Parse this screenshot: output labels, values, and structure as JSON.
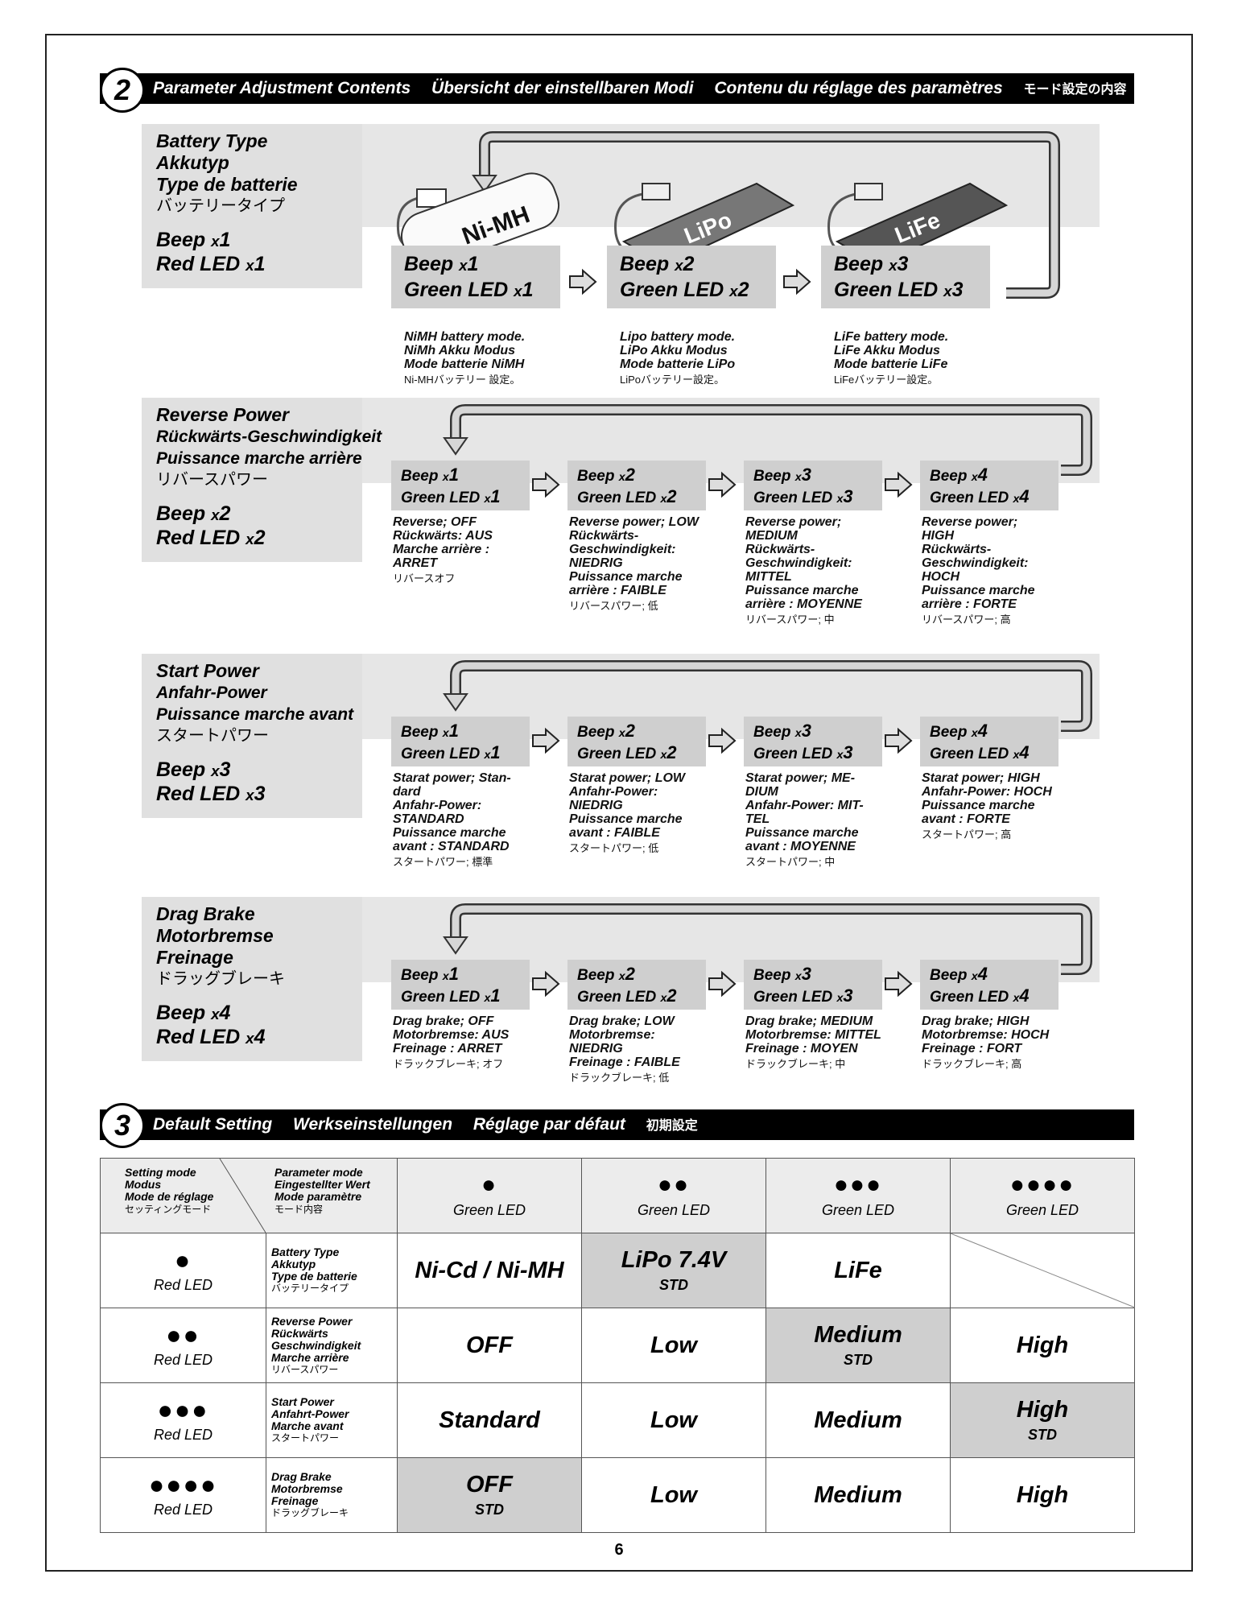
{
  "section2": {
    "number": "2",
    "title": [
      "Parameter Adjustment Contents",
      "Übersicht der einstellbaren Modi",
      "Contenu du réglage des paramètres",
      "モード設定の内容"
    ]
  },
  "battery": {
    "label": [
      "Battery Type",
      "Akkutyp",
      "Type de batterie",
      "バッテリータイプ"
    ],
    "beep": "Beep ",
    "beep_x": "x",
    "beep_n": "1",
    "red": "Red LED ",
    "red_x": "x",
    "red_n": "1",
    "packs": [
      "Ni-MH",
      "LiPo",
      "LiFe"
    ],
    "options": [
      {
        "beep": "Beep ",
        "bx": "x",
        "bn": "1",
        "green": "Green LED ",
        "gx": "x",
        "gn": "1",
        "desc": [
          "NiMH battery mode.",
          "NiMh Akku Modus",
          "Mode batterie NiMH"
        ],
        "jp": "Ni-MHバッテリー 設定。"
      },
      {
        "beep": "Beep ",
        "bx": "x",
        "bn": "2",
        "green": "Green LED ",
        "gx": "x",
        "gn": "2",
        "desc": [
          "Lipo battery mode.",
          "LiPo Akku Modus",
          "Mode batterie LiPo"
        ],
        "jp": "LiPoバッテリー設定。"
      },
      {
        "beep": "Beep ",
        "bx": "x",
        "bn": "3",
        "green": "Green LED ",
        "gx": "x",
        "gn": "3",
        "desc": [
          "LiFe battery mode.",
          "LiFe Akku Modus",
          "Mode batterie LiFe"
        ],
        "jp": "LiFeバッテリー設定。"
      }
    ]
  },
  "reverse": {
    "label": [
      "Reverse Power",
      "Rückwärts-Geschwindigkeit",
      "Puissance marche arrière",
      "リバースパワー"
    ],
    "beep": "Beep ",
    "beep_x": "x",
    "beep_n": "2",
    "red": "Red LED ",
    "red_x": "x",
    "red_n": "2",
    "options": [
      {
        "bn": "1",
        "gn": "1",
        "desc": [
          "Reverse; OFF",
          "Rückwärts: AUS",
          "Marche arrière :",
          "ARRET"
        ],
        "jp": "リバースオフ"
      },
      {
        "bn": "2",
        "gn": "2",
        "desc": [
          "Reverse power; LOW",
          "Rückwärts-",
          "Geschwindigkeit:",
          "NIEDRIG",
          "Puissance marche",
          "arrière : FAIBLE"
        ],
        "jp": "リバースパワー; 低"
      },
      {
        "bn": "3",
        "gn": "3",
        "desc": [
          "Reverse power;",
          "MEDIUM",
          "Rückwärts-",
          "Geschwindigkeit:",
          "MITTEL",
          "Puissance marche",
          "arrière : MOYENNE"
        ],
        "jp": "リバースパワー; 中"
      },
      {
        "bn": "4",
        "gn": "4",
        "desc": [
          "Reverse power;",
          "HIGH",
          "Rückwärts-",
          "Geschwindigkeit:",
          "HOCH",
          "Puissance marche",
          "arrière : FORTE"
        ],
        "jp": "リバースパワー; 高"
      }
    ]
  },
  "start": {
    "label": [
      "Start Power",
      "Anfahr-Power",
      "Puissance marche avant",
      "スタートパワー"
    ],
    "beep": "Beep ",
    "beep_x": "x",
    "beep_n": "3",
    "red": "Red LED ",
    "red_x": "x",
    "red_n": "3",
    "options": [
      {
        "bn": "1",
        "gn": "1",
        "desc": [
          "Starat power; Stan-",
          "dard",
          "Anfahr-Power:",
          "STANDARD",
          "Puissance marche",
          "avant : STANDARD"
        ],
        "jp": "スタートパワー; 標準"
      },
      {
        "bn": "2",
        "gn": "2",
        "desc": [
          "Starat power; LOW",
          "Anfahr-Power:",
          "NIEDRIG",
          "Puissance marche",
          "avant : FAIBLE"
        ],
        "jp": "スタートパワー; 低"
      },
      {
        "bn": "3",
        "gn": "3",
        "desc": [
          "Starat power; ME-",
          "DIUM",
          "Anfahr-Power: MIT-",
          "TEL",
          "Puissance marche",
          "avant : MOYENNE"
        ],
        "jp": "スタートパワー; 中"
      },
      {
        "bn": "4",
        "gn": "4",
        "desc": [
          "Starat power; HIGH",
          "Anfahr-Power: HOCH",
          "Puissance marche",
          "avant : FORTE"
        ],
        "jp": "スタートパワー; 高"
      }
    ]
  },
  "drag": {
    "label": [
      "Drag Brake",
      "Motorbremse",
      "Freinage",
      "ドラッグブレーキ"
    ],
    "beep": "Beep ",
    "beep_x": "x",
    "beep_n": "4",
    "red": "Red LED ",
    "red_x": "x",
    "red_n": "4",
    "options": [
      {
        "bn": "1",
        "gn": "1",
        "desc": [
          "Drag brake; OFF",
          "Motorbremse: AUS",
          "Freinage : ARRET"
        ],
        "jp": "ドラックブレーキ; オフ"
      },
      {
        "bn": "2",
        "gn": "2",
        "desc": [
          "Drag brake; LOW",
          "Motorbremse:",
          "NIEDRIG",
          "Freinage : FAIBLE"
        ],
        "jp": "ドラックブレーキ; 低"
      },
      {
        "bn": "3",
        "gn": "3",
        "desc": [
          "Drag brake; MEDIUM",
          "Motorbremse: MITTEL",
          "Freinage : MOYEN"
        ],
        "jp": "ドラックブレーキ; 中"
      },
      {
        "bn": "4",
        "gn": "4",
        "desc": [
          "Drag brake; HIGH",
          "Motorbremse: HOCH",
          "Freinage : FORT"
        ],
        "jp": "ドラックブレーキ; 高"
      }
    ]
  },
  "common": {
    "beep": "Beep ",
    "x": "x",
    "green": "Green LED "
  },
  "section3": {
    "number": "3",
    "title": [
      "Default Setting",
      "Werkseinstellungen",
      "Réglage par défaut",
      "初期設定"
    ]
  },
  "table": {
    "corner_left": [
      "Setting mode",
      "Modus",
      "Mode de réglage"
    ],
    "corner_left_jp": "セッティングモード",
    "corner_right": [
      "Parameter mode",
      "Eingestellter Wert",
      "Mode paramètre"
    ],
    "corner_right_jp": "モード内容",
    "columns": [
      {
        "dots": "●",
        "label": "Green LED"
      },
      {
        "dots": "●●",
        "label": "Green LED"
      },
      {
        "dots": "●●●",
        "label": "Green LED"
      },
      {
        "dots": "●●●●",
        "label": "Green LED"
      }
    ],
    "rows": [
      {
        "dots": "●",
        "led": "Red LED",
        "param": [
          "Battery Type",
          "Akkutyp",
          "Type de batterie"
        ],
        "param_jp": "バッテリータイプ",
        "values": [
          {
            "v": "Ni-Cd / Ni-MH",
            "std": ""
          },
          {
            "v": "LiPo 7.4V",
            "std": "STD"
          },
          {
            "v": "LiFe",
            "std": ""
          },
          {
            "v": "",
            "std": ""
          }
        ]
      },
      {
        "dots": "●●",
        "led": "Red LED",
        "param": [
          "Reverse Power",
          "Rückwärts",
          "Geschwindigkeit",
          "Marche arrière"
        ],
        "param_jp": "リバースパワー",
        "values": [
          {
            "v": "OFF",
            "std": ""
          },
          {
            "v": "Low",
            "std": ""
          },
          {
            "v": "Medium",
            "std": "STD"
          },
          {
            "v": "High",
            "std": ""
          }
        ]
      },
      {
        "dots": "●●●",
        "led": "Red LED",
        "param": [
          "Start Power",
          "Anfahrt-Power",
          "Marche avant"
        ],
        "param_jp": "スタートパワー",
        "values": [
          {
            "v": "Standard",
            "std": ""
          },
          {
            "v": "Low",
            "std": ""
          },
          {
            "v": "Medium",
            "std": ""
          },
          {
            "v": "High",
            "std": "STD"
          }
        ]
      },
      {
        "dots": "●●●●",
        "led": "Red LED",
        "param": [
          "Drag Brake",
          "Motorbremse",
          "Freinage"
        ],
        "param_jp": "ドラッグブレーキ",
        "values": [
          {
            "v": "OFF",
            "std": "STD"
          },
          {
            "v": "Low",
            "std": ""
          },
          {
            "v": "Medium",
            "std": ""
          },
          {
            "v": "High",
            "std": ""
          }
        ]
      }
    ]
  },
  "page_number": "6"
}
